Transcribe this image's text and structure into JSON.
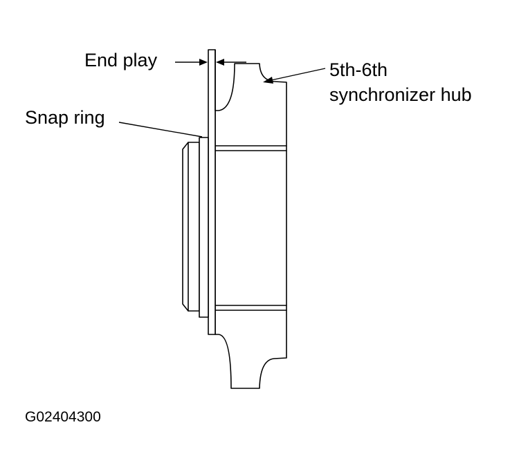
{
  "labels": {
    "end_play": "End play",
    "snap_ring": "Snap ring",
    "hub_line1": "5th-6th",
    "hub_line2": "synchronizer hub",
    "figure_code": "G02404300"
  }
}
